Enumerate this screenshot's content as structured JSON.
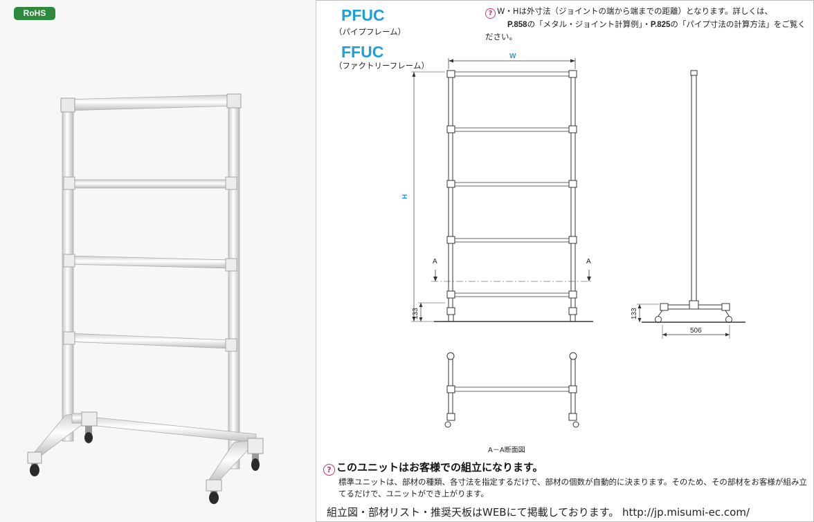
{
  "badge": {
    "label": "RoHS"
  },
  "products": [
    {
      "code": "PFUC",
      "name": "（パイプフレーム）"
    },
    {
      "code": "FFUC",
      "name": "（ファクトリーフレーム）"
    }
  ],
  "top_note": {
    "line1": "W・Hは外寸法（ジョイントの端から端までの距離）となります。詳しくは、",
    "ref1": "P.858",
    "text1": "の「メタル・ジョイント計算例」・",
    "ref2": "P.825",
    "text2": "の「パイプ寸法の計算方法」をご覧ください。"
  },
  "drawing": {
    "label_w": "W",
    "label_h": "H",
    "label_a": "A",
    "dim_133": "133",
    "dim_506": "506",
    "section_title": "A－A断面図"
  },
  "assembly": {
    "heading": "このユニットはお客様での組立になります。",
    "body": "標準ユニットは、部材の種類、各寸法を指定するだけで、部材の個数が自動的に決まります。そのため、その部材をお客様が組み立てるだけで、ユニットができ上がります。"
  },
  "footer": {
    "text": "組立図・部材リスト・推奨天板はWEBにて掲載しております。 http://jp.misumi-ec.com/"
  },
  "colors": {
    "accent": "#1f9fd8",
    "rohs": "#2d8a3c",
    "note_icon": "#e0287b"
  }
}
